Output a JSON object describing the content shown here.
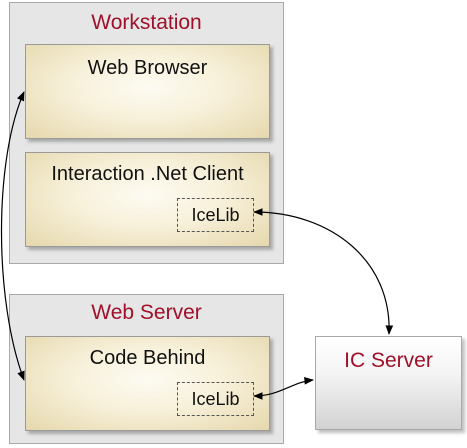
{
  "workstation": {
    "title": "Workstation",
    "web_browser": {
      "label": "Web Browser"
    },
    "client": {
      "label": "Interaction .Net Client",
      "icelib": "IceLib"
    }
  },
  "web_server": {
    "title": "Web Server",
    "code_behind": {
      "label": "Code Behind",
      "icelib": "IceLib"
    }
  },
  "ic_server": {
    "title": "IC Server"
  },
  "colors": {
    "group_title": "#a0102a",
    "group_bg": "#e6e6e6",
    "inner_box": "#f7f0d9",
    "connector": "#000000"
  }
}
